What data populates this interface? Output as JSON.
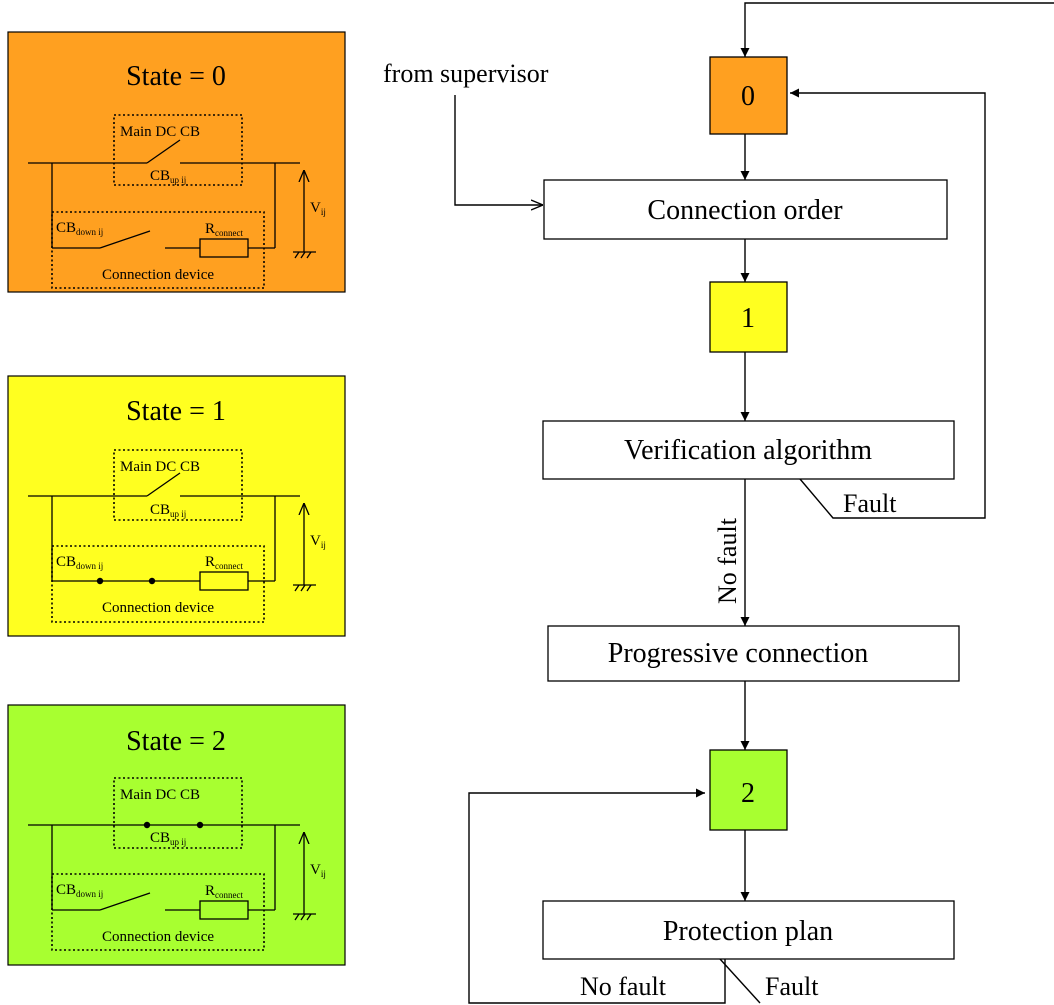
{
  "colors": {
    "state0": "#ffa020",
    "state1": "#ffff20",
    "state2": "#a8ff30"
  },
  "states": [
    {
      "title": "State = 0",
      "main_cb": "Main DC CB",
      "cb_up": "CB",
      "cb_up_sub": "up ij",
      "cb_down": "CB",
      "cb_down_sub": "down ij",
      "r": "R",
      "r_sub": "connect",
      "v": "V",
      "v_sub": "ij",
      "device": "Connection device"
    },
    {
      "title": "State = 1",
      "main_cb": "Main DC CB",
      "cb_up": "CB",
      "cb_up_sub": "up ij",
      "cb_down": "CB",
      "cb_down_sub": "down ij",
      "r": "R",
      "r_sub": "connect",
      "v": "V",
      "v_sub": "ij",
      "device": "Connection device"
    },
    {
      "title": "State = 2",
      "main_cb": "Main DC CB",
      "cb_up": "CB",
      "cb_up_sub": "up ij",
      "cb_down": "CB",
      "cb_down_sub": "down ij",
      "r": "R",
      "r_sub": "connect",
      "v": "V",
      "v_sub": "ij",
      "device": "Connection device"
    }
  ],
  "flow": {
    "from_supervisor": "from supervisor",
    "state_nodes": [
      "0",
      "1",
      "2"
    ],
    "connection_order": "Connection order",
    "verification": "Verification algorithm",
    "progressive": "Progressive connection",
    "protection": "Protection plan",
    "fault": "Fault",
    "no_fault": "No fault"
  }
}
